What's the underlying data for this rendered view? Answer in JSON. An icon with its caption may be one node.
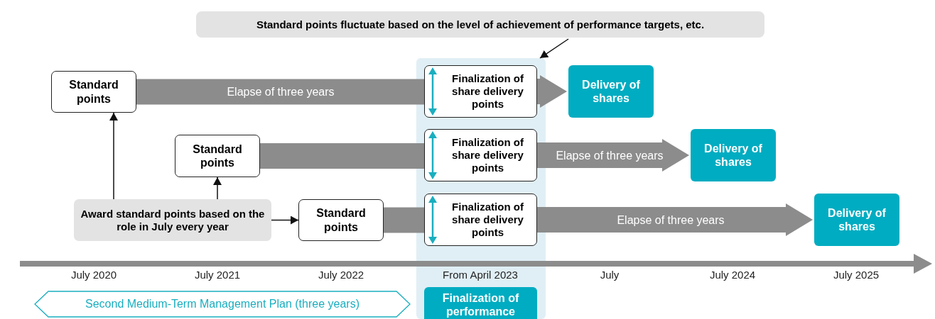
{
  "diagram": {
    "nodes": [
      {
        "text": [
          "Standard points fluctuate based on the level of achievement of performance targets, etc."
        ]
      },
      {
        "text": [],
        "shape": "band"
      },
      {
        "text": [
          "Standard points"
        ]
      },
      {
        "text": [
          "Finalization of share delivery points"
        ],
        "in": 1
      },
      {
        "text": [
          "Delivery of shares"
        ]
      },
      {
        "text": [
          "Standard points"
        ]
      },
      {
        "text": [
          "Finalization of share delivery points"
        ],
        "in": 1
      },
      {
        "text": [
          "Delivery of shares"
        ]
      },
      {
        "text": [
          "Award standard points based on the role in July every year"
        ]
      },
      {
        "text": [
          "Standard points"
        ]
      },
      {
        "text": [
          "Finalization of share delivery points"
        ],
        "in": 1
      },
      {
        "text": [
          "Delivery of shares"
        ]
      },
      {
        "text": [
          "Finalization of performance"
        ],
        "in": 1
      },
      {
        "text": [
          "Second Medium-Term Management Plan (three years)"
        ]
      }
    ],
    "edges": [
      {
        "from": 0,
        "to": 1,
        "arrow": "to",
        "color": "#111111"
      },
      {
        "from": 8,
        "to": 2,
        "arrow": "to",
        "color": "#111111"
      },
      {
        "from": 8,
        "to": 5,
        "arrow": "to",
        "color": "#111111"
      },
      {
        "from": 8,
        "to": 9,
        "arrow": "to",
        "color": "#111111"
      },
      {
        "from": 2,
        "to": 3,
        "arrow": "none",
        "label": "Elapse of three years"
      },
      {
        "from": 3,
        "to": 4,
        "arrow": "to"
      },
      {
        "from": 5,
        "to": 6,
        "arrow": "none"
      },
      {
        "from": 6,
        "to": 7,
        "arrow": "to",
        "label": "Elapse of three years"
      },
      {
        "from": 9,
        "to": 10,
        "arrow": "none"
      },
      {
        "from": 10,
        "to": 11,
        "arrow": "to",
        "label": "Elapse of three years"
      }
    ],
    "labels": [
      "July 2020",
      "July 2021",
      "July 2022",
      "From April 2023",
      "July",
      "July 2024",
      "July 2025"
    ]
  }
}
